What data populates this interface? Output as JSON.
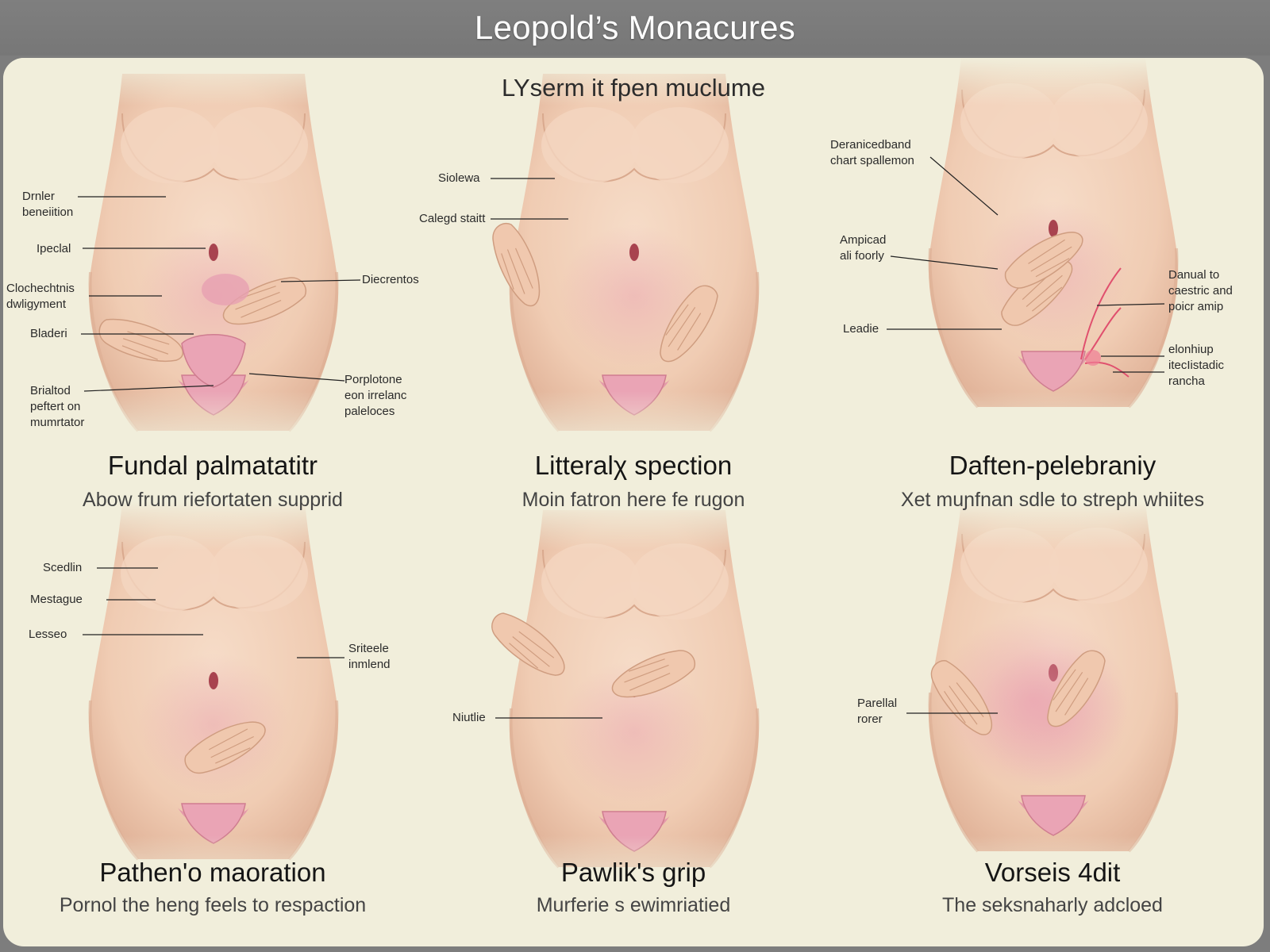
{
  "title": "Leopold’s Monacures",
  "subtitle": "LYserm it fpen muclume",
  "colors": {
    "background": "#f1eedb",
    "title_bar": "#7d7d7d",
    "skin": "#f2d3bd",
    "skin_shade": "#e2b59b",
    "accent_pink": "#e48fa6"
  },
  "panels": [
    {
      "title": "Fundal palmatatitr",
      "description": "Abow frum riefortaten supprid",
      "callouts": [
        "Drnler\nbeneiition",
        "Ipeclal",
        "Clochechtnis\ndwligyment",
        "Bladeri",
        "Brialtod\npeftert on\nmumrtator",
        "Diecrentos",
        "Porplotone\neon irrelanc\npaleloces"
      ]
    },
    {
      "title": "Litteralχ spection",
      "description": "Moin fatron here fe rugon",
      "callouts": [
        "Siolewa",
        "Calegd staitt"
      ]
    },
    {
      "title": "Daften-pelebraniy",
      "description": "Xet muɲfnan sdle to streph whiites",
      "callouts": [
        "Deranicedband\nchart spallemon",
        "Ampicad\nali foorly",
        "Leadie",
        "Danual to\ncaestric and\npoicr amip",
        "elonhiup\nitecIistadic\nrancha"
      ]
    },
    {
      "title": "Pathen'o maoration",
      "description": "Pornol the heng feels to respaction",
      "callouts": [
        "Scedlin",
        "Mestague",
        "Lesseo",
        "Sriteele\ninmlend"
      ]
    },
    {
      "title": "Pawlik's grip",
      "description": "Murferie s ewimriatied",
      "callouts": [
        "Niutlie"
      ]
    },
    {
      "title": "Vorseis 4dit",
      "description": "The seksnaharly adcloed",
      "callouts": [
        "Parellal\nrorer"
      ]
    }
  ]
}
